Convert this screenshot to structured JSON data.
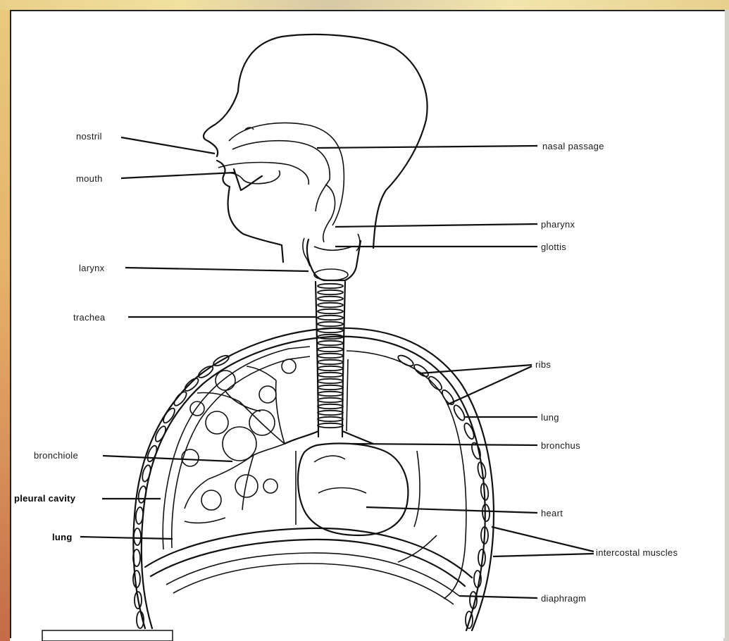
{
  "labels": {
    "nostril": "nostril",
    "mouth": "mouth",
    "larynx": "larynx",
    "trachea": "trachea",
    "bronchiole": "bronchiole",
    "pleural_cavity": "pleural cavity",
    "lung_left": "lung",
    "nasal_passage": "nasal passage",
    "pharynx": "pharynx",
    "glottis": "glottis",
    "ribs": "ribs",
    "lung_right": "lung",
    "bronchus": "bronchus",
    "heart": "heart",
    "intercostal_muscles": "intercostal muscles",
    "diaphragm": "diaphragm"
  },
  "colors": {
    "ink": "#111111",
    "paper": "#ffffff",
    "backdrop": "#e8c97e"
  }
}
